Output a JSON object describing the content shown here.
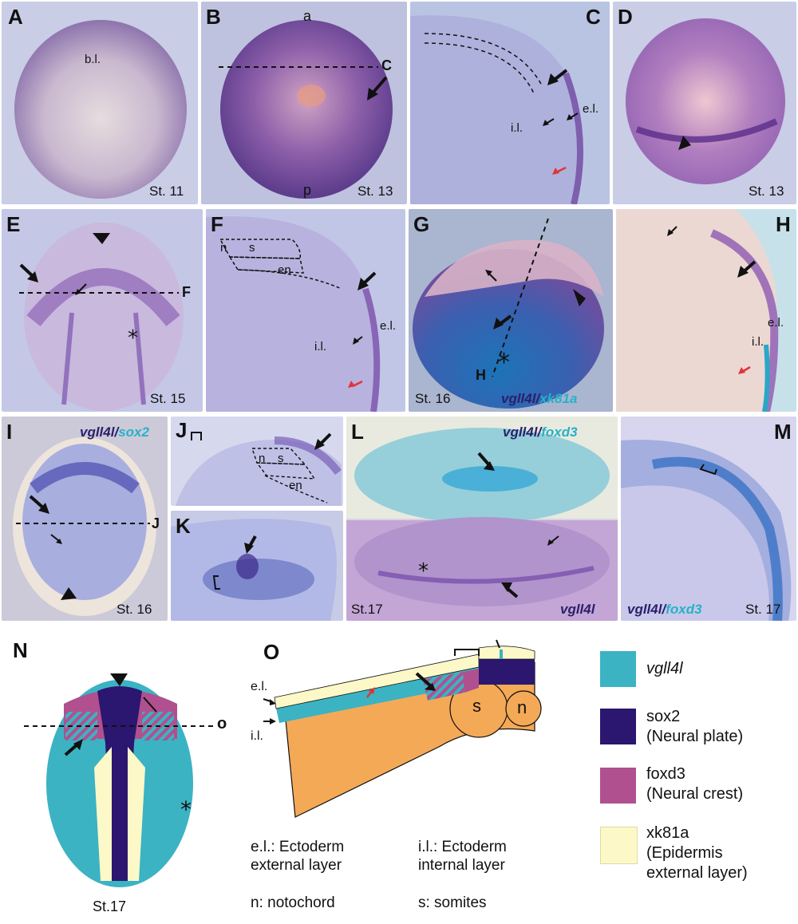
{
  "panels": {
    "A": {
      "letter": "A",
      "stage": "St. 11",
      "label": "b.l."
    },
    "B": {
      "letter": "B",
      "stage": "St. 13",
      "anterior": "a",
      "posterior": "p",
      "section": "C"
    },
    "C": {
      "letter": "C",
      "el": "e.l.",
      "il": "i.l."
    },
    "D": {
      "letter": "D",
      "stage": "St. 13"
    },
    "E": {
      "letter": "E",
      "stage": "St. 15",
      "section": "F"
    },
    "F": {
      "letter": "F",
      "n": "n",
      "s": "s",
      "en": "en",
      "el": "e.l.",
      "il": "i.l."
    },
    "G": {
      "letter": "G",
      "stage": "St. 16",
      "section": "H",
      "gene1": "vgll4l",
      "sep": "/",
      "gene2": "xk81a"
    },
    "H": {
      "letter": "H",
      "el": "e.l.",
      "il": "i.l."
    },
    "I": {
      "letter": "I",
      "stage": "St. 16",
      "section": "J",
      "gene1": "vgll4l",
      "sep": "/",
      "gene2": "sox2"
    },
    "J": {
      "letter": "J",
      "n": "n",
      "s": "s",
      "en": "en"
    },
    "K": {
      "letter": "K"
    },
    "L": {
      "letter": "L",
      "stage": "St.17",
      "gene1": "vgll4l",
      "sep": "/",
      "gene2": "foxd3",
      "gene3": "vgll4l"
    },
    "M": {
      "letter": "M",
      "stage": "St. 17",
      "gene1": "vgll4l",
      "sep": "/",
      "gene2": "foxd3"
    },
    "N": {
      "letter": "N",
      "stage": "St.17",
      "section": "o"
    },
    "O": {
      "letter": "O",
      "el": "e.l.",
      "il": "i.l.",
      "s": "s",
      "n": "n"
    }
  },
  "captions": {
    "el_1": "e.l.: Ectoderm",
    "el_2": "external layer",
    "il_1": "i.l.: Ectoderm",
    "il_2": "internal layer",
    "n": "n: notochord",
    "s": "s: somites"
  },
  "legend": [
    {
      "line1": "vgll4l",
      "line2": "",
      "line3": "",
      "color": "#3bb3c3"
    },
    {
      "line1": "sox2",
      "line2": "(Neural plate)",
      "line3": "",
      "color": "#2b1670"
    },
    {
      "line1": "foxd3",
      "line2": "(Neural crest)",
      "line3": "",
      "color": "#b0508f"
    },
    {
      "line1": "xk81a",
      "line2": "(Epidermis",
      "line3": "external layer)",
      "color": "#fdf8c8"
    }
  ]
}
